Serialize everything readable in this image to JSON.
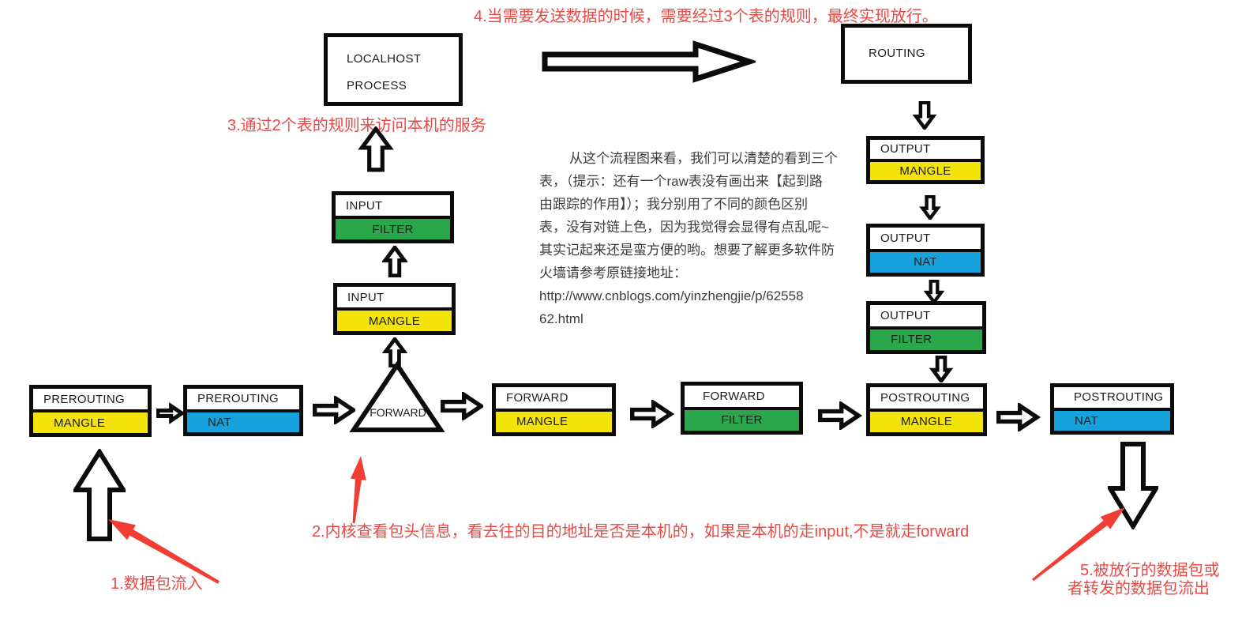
{
  "title": "iptables packet flow diagram",
  "annotations": {
    "note1": "1.数据包流入",
    "note2": "2.内核查看包头信息，看去往的目的地址是否是本机的，如果是本机的走input,不是就走forward",
    "note3": "3.通过2个表的规则来访问本机的服务",
    "note4": "4.当需要发送数据的时候，需要经过3个表的规则，最终实现放行。",
    "note5_line1": "5.被放行的数据包或",
    "note5_line2": "者转发的数据包流出"
  },
  "paragraph": {
    "lines": [
      "从这个流程图来看，我们可以清楚的看到三个",
      "表，（提示：还有一个raw表没有画出来【起到路",
      "由跟踪的作用】）；我分别用了不同的颜色区别",
      "表，没有对链上色，因为我觉得会显得有点乱呢~",
      "其实记起来还是蛮方便的哟。想要了解更多软件防",
      "火墙请参考原链接地址：",
      "http://www.cnblogs.com/yinzhengjie/p/62558",
      "62.html"
    ]
  },
  "nodes": {
    "localhost": {
      "line1": "LOCALHOST",
      "line2": "PROCESS"
    },
    "routing": {
      "label": "ROUTING"
    },
    "triangle": {
      "label": "FORWARD"
    },
    "prerouting_mangle": {
      "chain": "PREROUTING",
      "table": "MANGLE"
    },
    "prerouting_nat": {
      "chain": "PREROUTING",
      "table": "NAT"
    },
    "input_filter": {
      "chain": "INPUT",
      "table": "FILTER"
    },
    "input_mangle": {
      "chain": "INPUT",
      "table": "MANGLE"
    },
    "forward_mangle": {
      "chain": "FORWARD",
      "table": "MANGLE"
    },
    "forward_filter": {
      "chain": "FORWARD",
      "table": "FILTER"
    },
    "output_mangle": {
      "chain": "OUTPUT",
      "table": "MANGLE"
    },
    "output_nat": {
      "chain": "OUTPUT",
      "table": "NAT"
    },
    "output_filter": {
      "chain": "OUTPUT",
      "table": "FILTER"
    },
    "postrouting_mangle": {
      "chain": "POSTROUTING",
      "table": "MANGLE"
    },
    "postrouting_nat": {
      "chain": "POSTROUTING",
      "table": "NAT"
    }
  },
  "colors": {
    "mangle_yellow": "#f2e40b",
    "nat_blue": "#17a2dd",
    "filter_green": "#2aa64b",
    "annotation_red": "#e84a46",
    "red_arrow": "#f23d34",
    "paragraph_text": "#3c3c3c"
  }
}
